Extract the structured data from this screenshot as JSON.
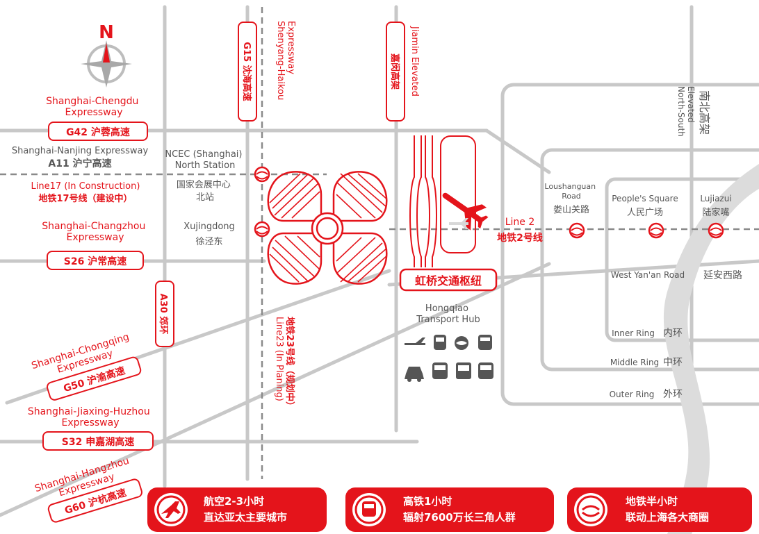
{
  "compass": {
    "label": "N"
  },
  "roads": {
    "g42": {
      "en": "Shanghai-Chengdu\nExpressway",
      "cn": "G42 沪蓉高速"
    },
    "a11": {
      "en": "Shanghai-Nanjing Expressway",
      "cn": "A11 沪宁高速"
    },
    "line17": {
      "en": "Line17 (In Construction)",
      "cn": "地铁17号线（建设中）"
    },
    "s26": {
      "en": "Shanghai-Changzhou\nExpressway",
      "cn": "S26 沪常高速"
    },
    "g50": {
      "en": "Shanghai-Chongqing\nExpressway",
      "cn": "G50 沪渝高速"
    },
    "s32": {
      "en": "Shanghai-Jiaxing-Huzhou\nExpressway",
      "cn": "S32 申嘉湖高速"
    },
    "g60": {
      "en": "Shanghai-Hangzhou\nExpressway",
      "cn": "G60 沪杭高速"
    },
    "a30": {
      "cn": "A30 郊环"
    },
    "g15": {
      "cn": "G15 沈海高速"
    },
    "shenhai_en": {
      "en": "Shenyang-Haikou\nExpressway"
    },
    "jiamin": {
      "en": "Jiamin Elevated",
      "cn": "嘉闵高架"
    },
    "line23": {
      "en": "Line23 (In Planing)",
      "cn": "地铁23号线（规划中）"
    },
    "north_south": {
      "en": "North-South\nElevated",
      "cn": "南北高架"
    },
    "line2": {
      "en": "Line 2",
      "cn": "地铁2号线"
    },
    "yanan": {
      "en": "West Yan'an Road",
      "cn": "延安西路"
    },
    "inner": {
      "en": "Inner Ring",
      "cn": "内环"
    },
    "middle": {
      "en": "Middle Ring",
      "cn": "中环"
    },
    "outer": {
      "en": "Outer Ring",
      "cn": "外环"
    }
  },
  "places": {
    "ncec_en": "NCEC (Shanghai)\nNorth Station",
    "ncec_cn": "国家会展中心\n北站",
    "xujingdong_en": "Xujingdong",
    "xujingdong_cn": "徐泾东",
    "hub_cn": "虹桥交通枢纽",
    "hub_en": "Hongqiao\nTransport Hub",
    "loushanguan_en": "Loushanguan\nRoad",
    "loushanguan_cn": "娄山关路",
    "peoples_en": "People's Square",
    "peoples_cn": "人民广场",
    "lujiazui_en": "Lujiazui",
    "lujiazui_cn": "陆家嘴"
  },
  "banners": [
    {
      "line1": "航空2-3小时",
      "line2": "直达亚太主要城市",
      "icon": "airplane-icon"
    },
    {
      "line1": "高铁1小时",
      "line2": "辐射7600万长三角人群",
      "icon": "train-icon"
    },
    {
      "line1": "地铁半小时",
      "line2": "联动上海各大商圈",
      "icon": "metro-icon"
    }
  ],
  "colors": {
    "accent": "#e4141b",
    "road": "#c8c8c8",
    "text": "#555555"
  }
}
